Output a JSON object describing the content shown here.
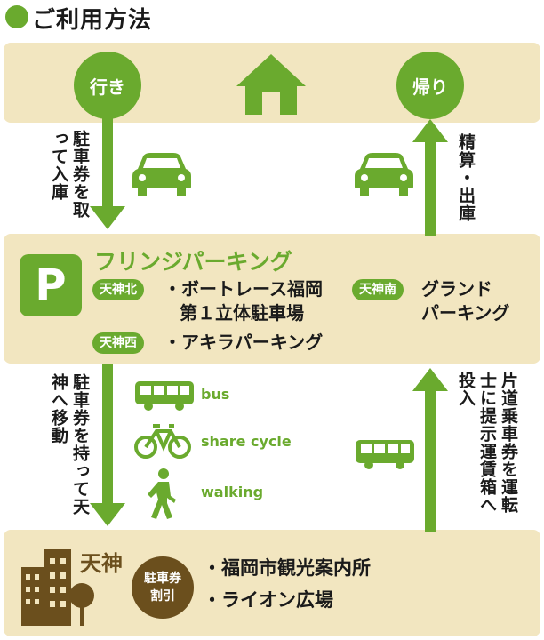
{
  "title": "ご利用方法",
  "top": {
    "go": "行き",
    "return": "帰り"
  },
  "steps": {
    "left1": "駐車券を取って入庫",
    "right1": "精算・出庫",
    "left2": "駐車券を持って天神へ移動",
    "right2": "片道乗車券を運転士に提示運賃箱へ投入"
  },
  "parking": {
    "p_mark": "P",
    "heading": "フリンジパーキング",
    "lots": [
      {
        "tag": "天神北",
        "name_line1": "・ボートレース福岡",
        "name_line2": "第１立体駐車場"
      },
      {
        "tag": "天神西",
        "name_line1": "・アキラパーキング"
      },
      {
        "tag": "天神南",
        "name_line1": "グランド",
        "name_line2": "パーキング"
      }
    ]
  },
  "modes": [
    "bus",
    "share cycle",
    "walking"
  ],
  "tenjin": {
    "name": "天神",
    "discount_line1": "駐車券",
    "discount_line2": "割引",
    "places": [
      "・福岡市観光案内所",
      "・ライオン広場"
    ]
  },
  "colors": {
    "green": "#6aaa2e",
    "beige": "#f2e6c0",
    "brown": "#6b4f1d"
  }
}
